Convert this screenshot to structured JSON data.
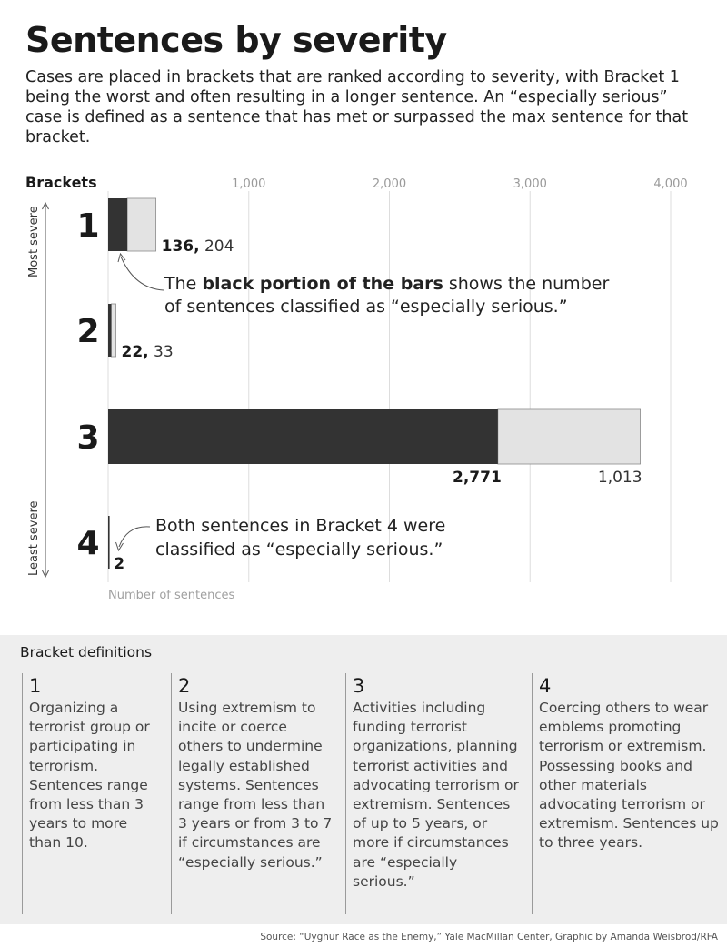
{
  "title": "Sentences by severity",
  "subtitle": "Cases are placed in brackets that are ranked according to severity, with Bracket 1 being the worst and often resulting in a longer sentence. An “especially serious” case is defined as a sentence that has met or surpassed the max sentence for that bracket.",
  "chart_data": {
    "type": "bar",
    "orientation": "horizontal",
    "stacked": true,
    "y_title": "Brackets",
    "xlabel": "Number of sentences",
    "xlim": [
      0,
      4000
    ],
    "x_ticks": [
      "1,000",
      "2,000",
      "3,000",
      "4,000"
    ],
    "x_tick_values": [
      1000,
      2000,
      3000,
      4000
    ],
    "grid": true,
    "severity_top": "Most severe",
    "severity_bottom": "Least severe",
    "categories": [
      "1",
      "2",
      "3",
      "4"
    ],
    "series": [
      {
        "values": [
          136,
          22,
          2771,
          2
        ],
        "labels": [
          "136,",
          "22,",
          "2,771",
          "2"
        ],
        "color": "#333333"
      },
      {
        "values": [
          204,
          33,
          1013,
          0
        ],
        "labels": [
          "204",
          "33",
          "1,013",
          ""
        ],
        "color": "#e3e3e3"
      }
    ],
    "annotations": {
      "a1_pre": "The ",
      "a1_bold": "black portion of the bars",
      "a1_post": " shows the number",
      "a1_line2": "of sentences classified as “especially serious.”",
      "a2_line1": "Both sentences in Bracket 4 were",
      "a2_line2": "classified as “especially serious.”"
    }
  },
  "definitions": {
    "title": "Bracket definitions",
    "items": [
      {
        "num": "1",
        "text": "Organizing a terrorist group or participating in terrorism. Sentences range from less than 3 years to more than 10."
      },
      {
        "num": "2",
        "text": "Using extremism to incite or coerce others to undermine legally established systems. Sentences range from less than 3 years or from 3 to 7 if circumstances are “especially serious.”"
      },
      {
        "num": "3",
        "text": "Activities including funding terrorist organizations, planning terrorist activities and advocating terrorism or extremism. Sentences of up to 5 years, or more if circumstances are “especially serious.”"
      },
      {
        "num": "4",
        "text": "Coercing others to wear emblems promoting terrorism or extremism. Possessing books and other materials advocating terrorism or extremism. Sentences up to three years."
      }
    ]
  },
  "source": "Source: “Uyghur Race as the Enemy,” Yale MacMillan Center, Graphic by Amanda Weisbrod/RFA"
}
